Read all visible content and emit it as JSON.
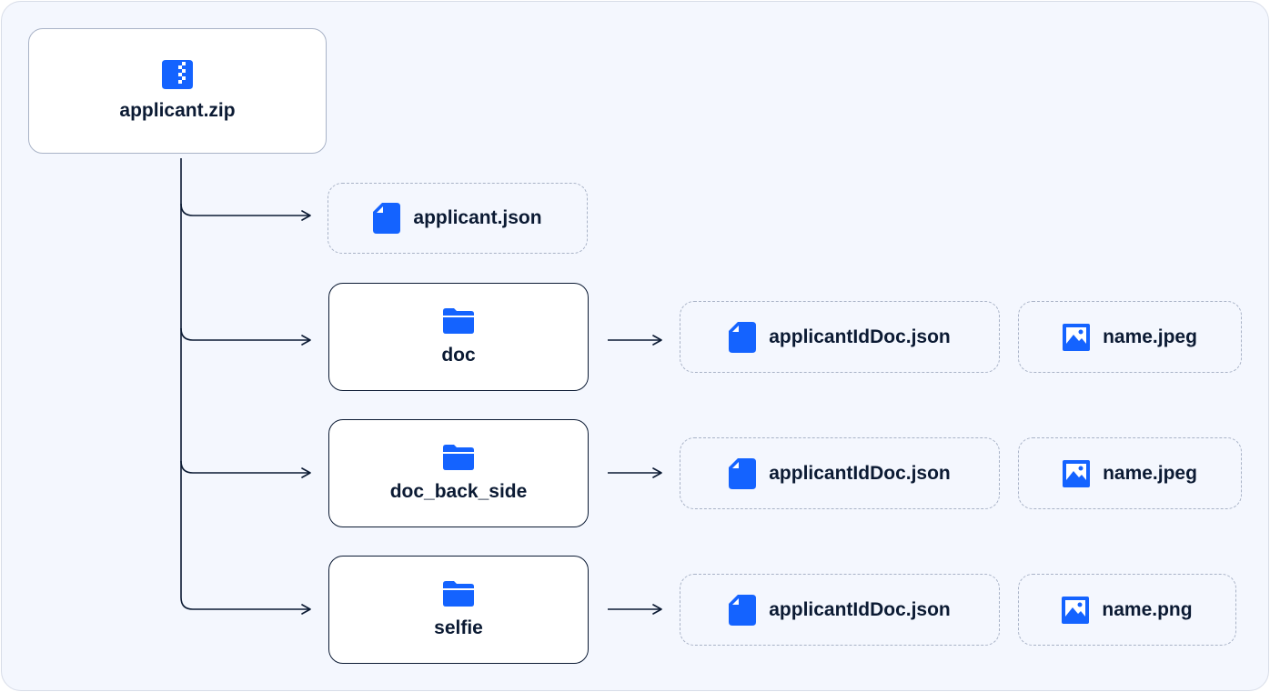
{
  "root": {
    "label": "applicant.zip",
    "icon": "zip-file-icon"
  },
  "top_file": {
    "label": "applicant.json",
    "icon": "file-icon"
  },
  "folders": [
    {
      "label": "doc",
      "icon": "folder-icon",
      "files": [
        {
          "label": "applicantIdDoc.json",
          "icon": "file-icon"
        },
        {
          "label": "name.jpeg",
          "icon": "image-icon"
        }
      ]
    },
    {
      "label": "doc_back_side",
      "icon": "folder-icon",
      "files": [
        {
          "label": "applicantIdDoc.json",
          "icon": "file-icon"
        },
        {
          "label": "name.jpeg",
          "icon": "image-icon"
        }
      ]
    },
    {
      "label": "selfie",
      "icon": "folder-icon",
      "files": [
        {
          "label": "applicantIdDoc.json",
          "icon": "file-icon"
        },
        {
          "label": "name.png",
          "icon": "image-icon"
        }
      ]
    }
  ],
  "colors": {
    "icon_blue": "#1463ff",
    "text_dark": "#0b1a33",
    "background": "#f4f7fe"
  }
}
